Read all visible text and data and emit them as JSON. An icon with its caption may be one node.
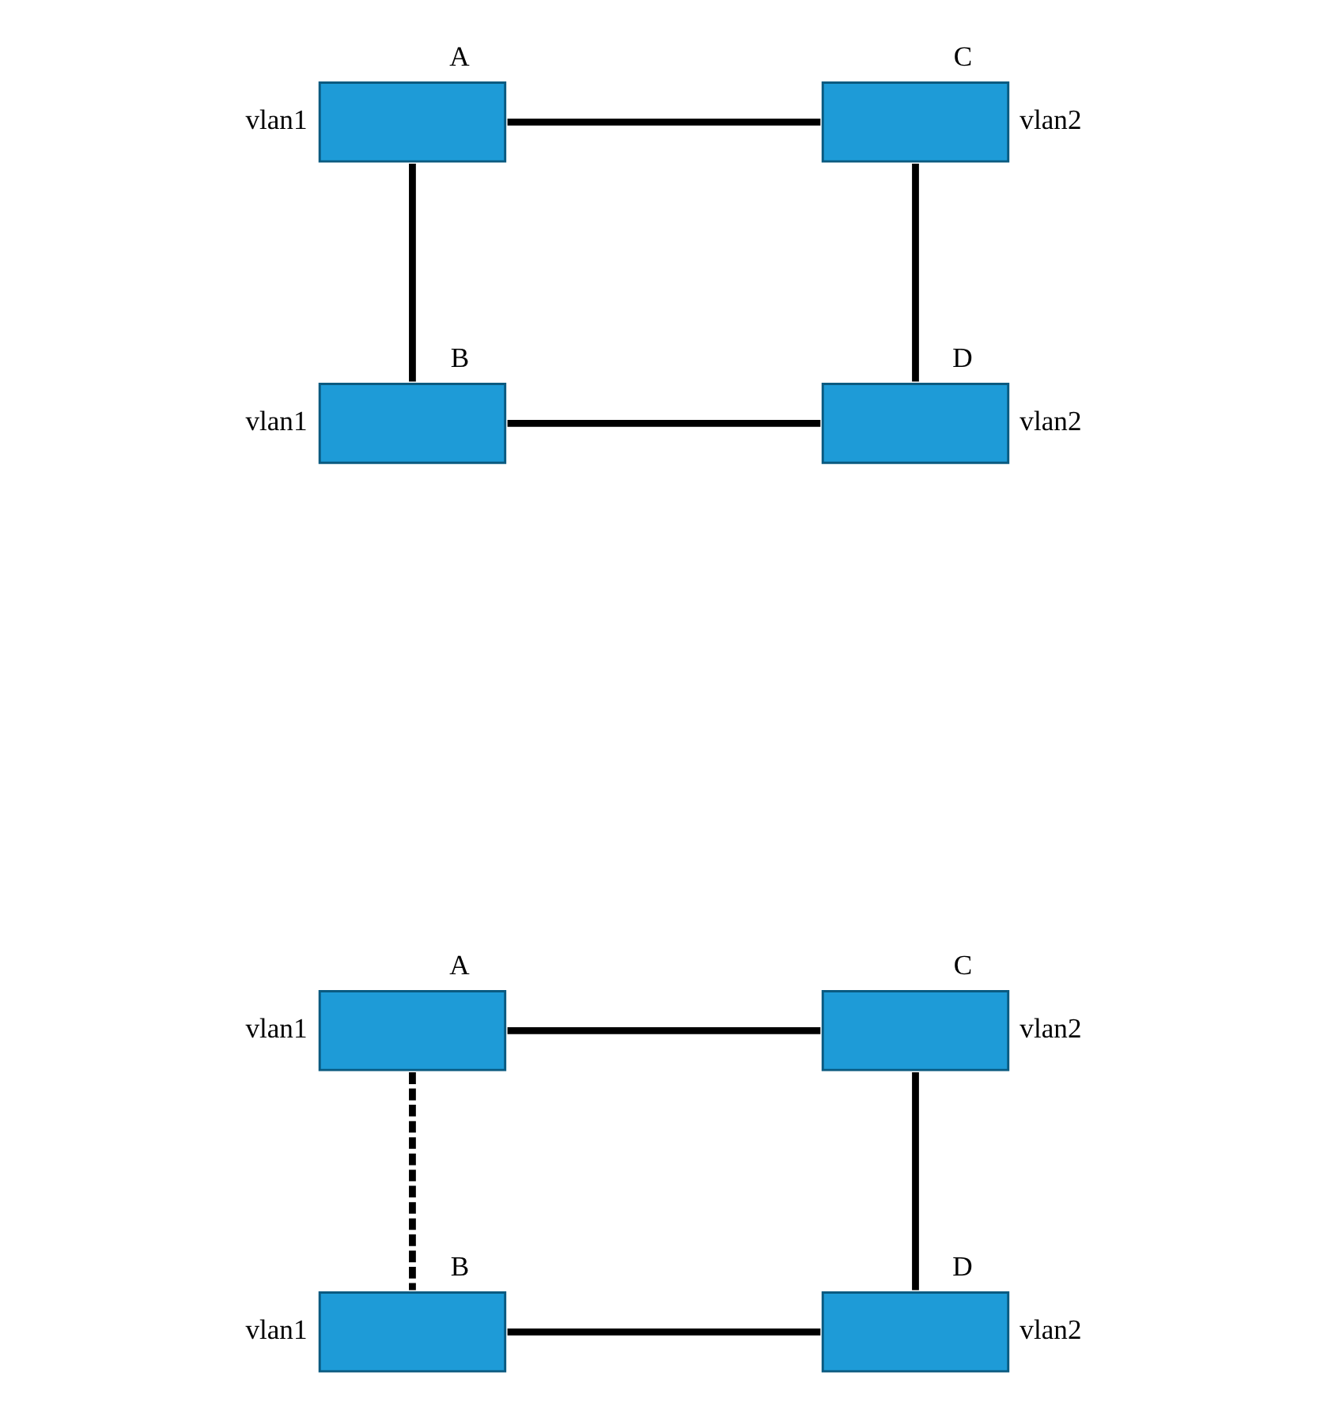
{
  "diagram": {
    "nodes": [
      {
        "text": [
          "A"
        ],
        "beside": [
          "vlan1"
        ]
      },
      {
        "text": [
          "C"
        ],
        "beside": [
          "vlan2"
        ]
      },
      {
        "text": [
          "B"
        ],
        "beside": [
          "vlan1"
        ]
      },
      {
        "text": [
          "D"
        ],
        "beside": [
          "vlan2"
        ]
      },
      {
        "text": [
          "A"
        ],
        "beside": [
          "vlan1"
        ]
      },
      {
        "text": [
          "C"
        ],
        "beside": [
          "vlan2"
        ]
      },
      {
        "text": [
          "B"
        ],
        "beside": [
          "vlan1"
        ]
      },
      {
        "text": [
          "D"
        ],
        "beside": [
          "vlan2"
        ]
      }
    ],
    "edges": [
      {
        "from": 0,
        "to": 1,
        "arrow": "none"
      },
      {
        "from": 0,
        "to": 2,
        "arrow": "none"
      },
      {
        "from": 1,
        "to": 3,
        "arrow": "none"
      },
      {
        "from": 2,
        "to": 3,
        "arrow": "none"
      },
      {
        "from": 4,
        "to": 5,
        "arrow": "none"
      },
      {
        "from": 4,
        "to": 6,
        "arrow": "none",
        "style": "dashed"
      },
      {
        "from": 5,
        "to": 7,
        "arrow": "none"
      },
      {
        "from": 6,
        "to": 7,
        "arrow": "none"
      }
    ]
  }
}
